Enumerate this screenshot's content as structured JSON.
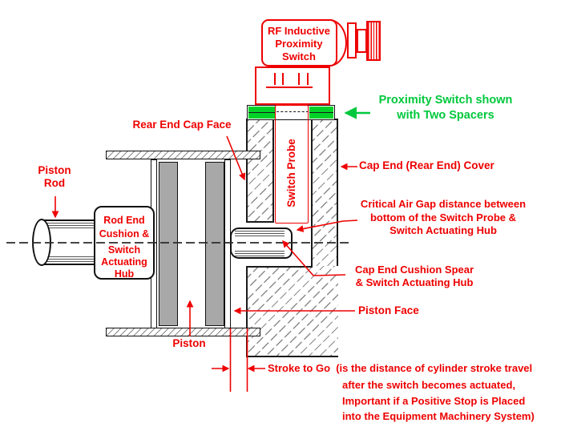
{
  "colors": {
    "red": "#ee0000",
    "green_text": "#00c83c",
    "green_fill": "#00d228",
    "hatch": "#8a8a8a",
    "seal_gray": "#a8a8a8"
  },
  "switch_assembly": {
    "body_label_lines": [
      "RF Inductive",
      "Proximity",
      "Switch"
    ],
    "probe_label": "Switch Probe"
  },
  "annotations": {
    "spacers_note_lines": [
      "Proximity Switch shown",
      "with Two Spacers"
    ],
    "rear_end_cap_face": "Rear End Cap Face",
    "piston_rod_lines": [
      "Piston",
      "Rod"
    ],
    "rod_end_cushion_lines": [
      "Rod End",
      "Cushion &",
      "Switch",
      "Actuating",
      "Hub"
    ],
    "cap_end_cover": "Cap End (Rear End) Cover",
    "critical_air_gap_lines": [
      "Critical Air Gap distance between",
      "bottom of the Switch Probe &",
      "Switch Actuating Hub"
    ],
    "cushion_spear_lines": [
      "Cap End Cushion Spear",
      "& Switch Actuating Hub"
    ],
    "piston_face": "Piston Face",
    "piston": "Piston",
    "stroke_to_go_line1": "Stroke to Go  (is the distance of cylinder stroke travel",
    "stroke_to_go_rest_lines": [
      "after the switch becomes actuated,",
      "Important if a Positive Stop is Placed",
      "into the Equipment Machinery System)"
    ]
  }
}
